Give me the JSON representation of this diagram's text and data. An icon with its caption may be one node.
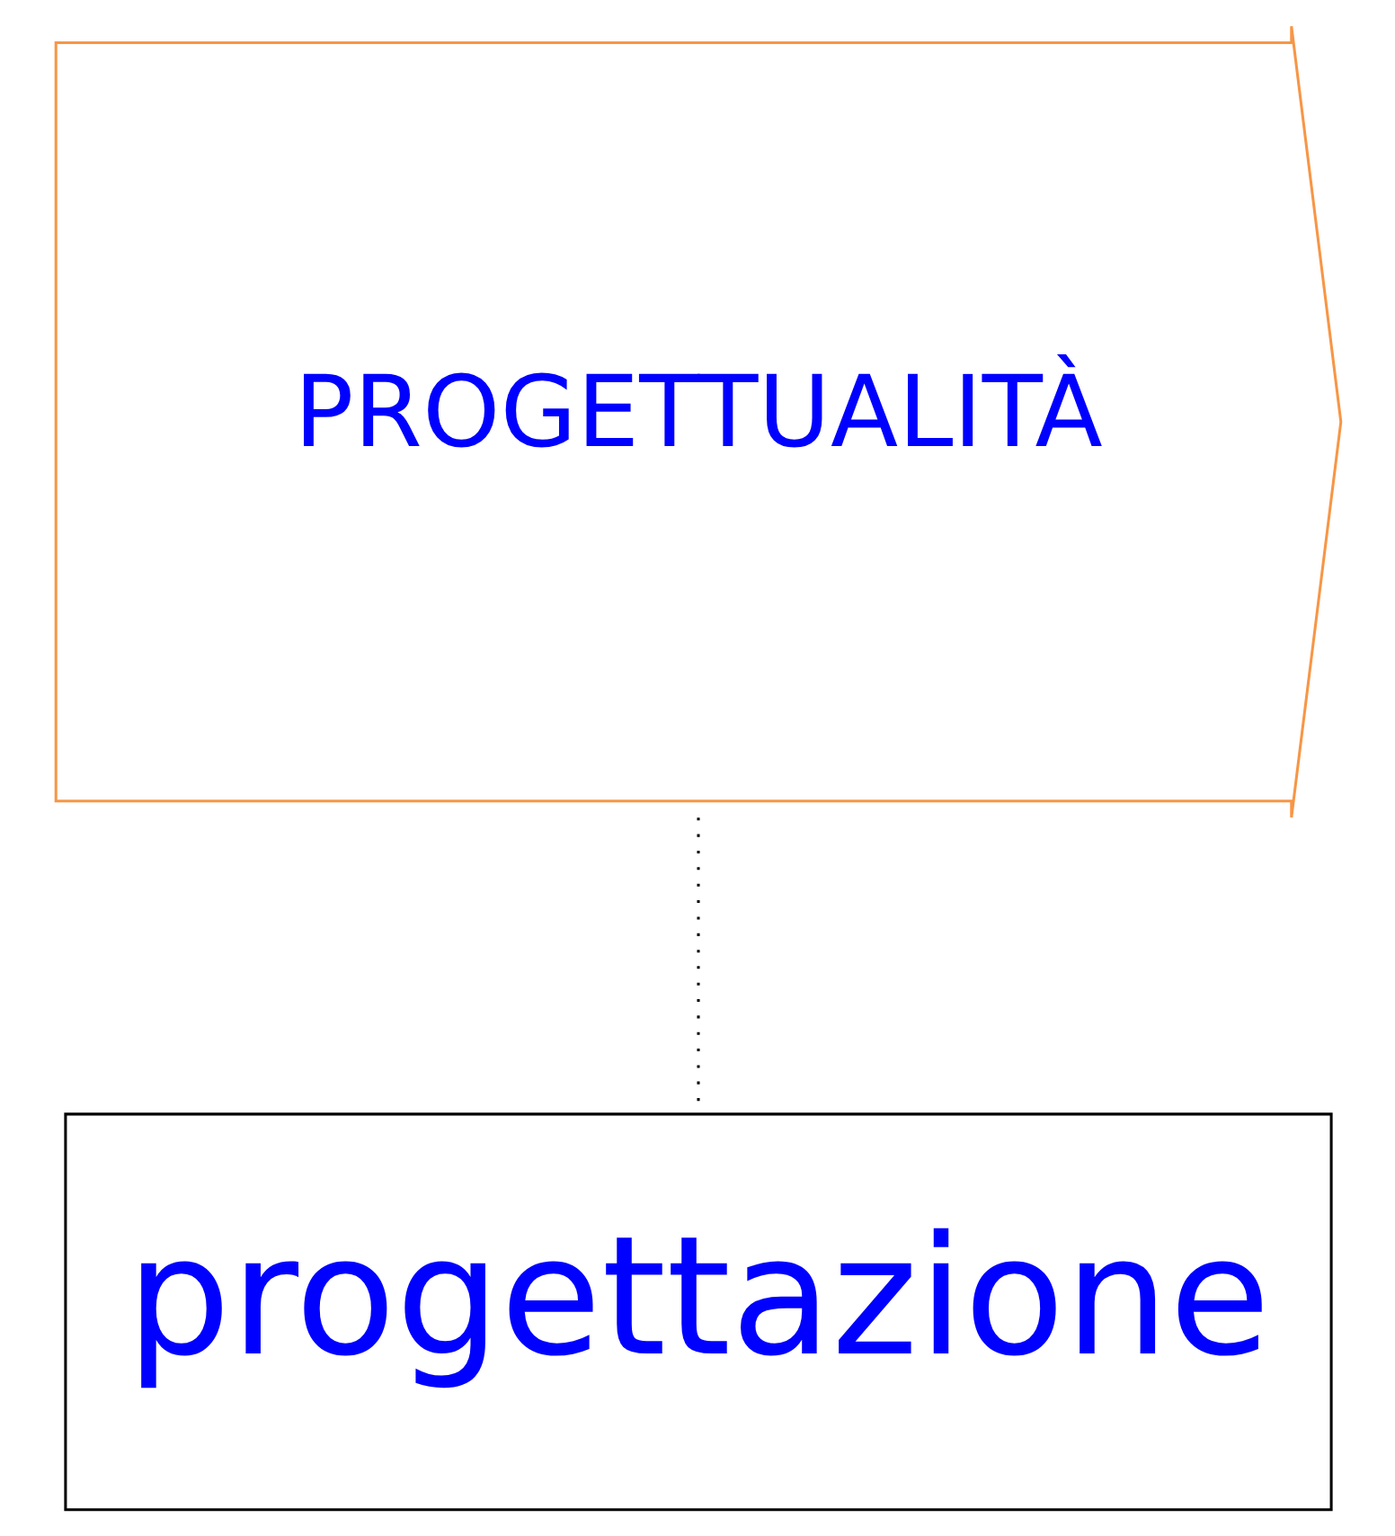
{
  "diagram": {
    "nodes": [
      {
        "text": [
          "PROGETTUALITÀ"
        ]
      },
      {
        "text": [
          "progettazione"
        ]
      }
    ],
    "edges": [
      {
        "from": 0,
        "to": 1,
        "arrow": "none",
        "style": "dashed"
      }
    ]
  }
}
